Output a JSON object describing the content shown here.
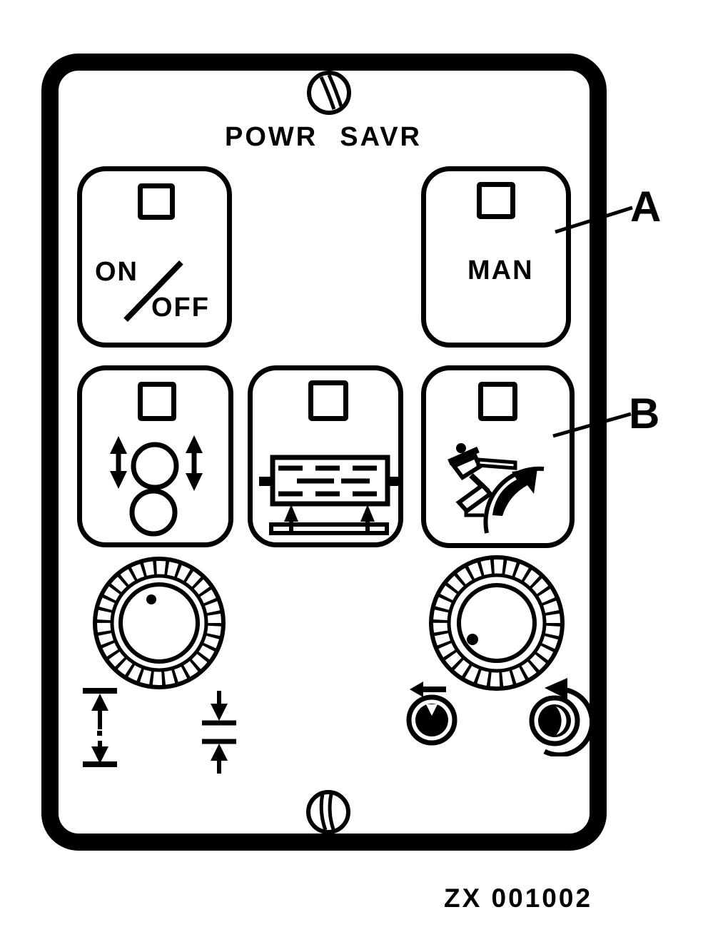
{
  "colors": {
    "ink": "#000000",
    "background": "#ffffff"
  },
  "panel": {
    "title": {
      "word1": "POWR",
      "word2": "SAVR"
    },
    "buttons": {
      "on_off": {
        "line1": "ON",
        "line2": "OFF"
      },
      "man": {
        "label": "MAN"
      },
      "platen": {
        "icon": "rollers-up-down-icon"
      },
      "tray": {
        "icon": "tray-raise-icon"
      },
      "tilt": {
        "icon": "head-tilt-icon"
      }
    },
    "knobs": {
      "left": {
        "icon": "knurled-dial-icon"
      },
      "right": {
        "icon": "knurled-dial-icon"
      }
    },
    "small_knobs": {
      "left": {
        "icon": "slotted-knob-left-arrow-icon"
      },
      "right": {
        "icon": "slotted-knob-ccw-arrow-icon"
      }
    },
    "symbols": {
      "left_pair": [
        "expand-gap-icon",
        "compress-gap-icon"
      ]
    },
    "screws": [
      "screw-icon",
      "screw-icon"
    ]
  },
  "callouts": {
    "a": "A",
    "b": "B"
  },
  "figure_code": "ZX 001002"
}
